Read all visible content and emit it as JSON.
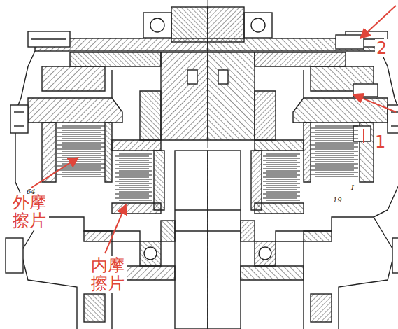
{
  "diagram": {
    "labels": [
      "外摩擦片",
      "内摩擦片",
      "2",
      "1",
      "64",
      "19",
      "I"
    ]
  }
}
